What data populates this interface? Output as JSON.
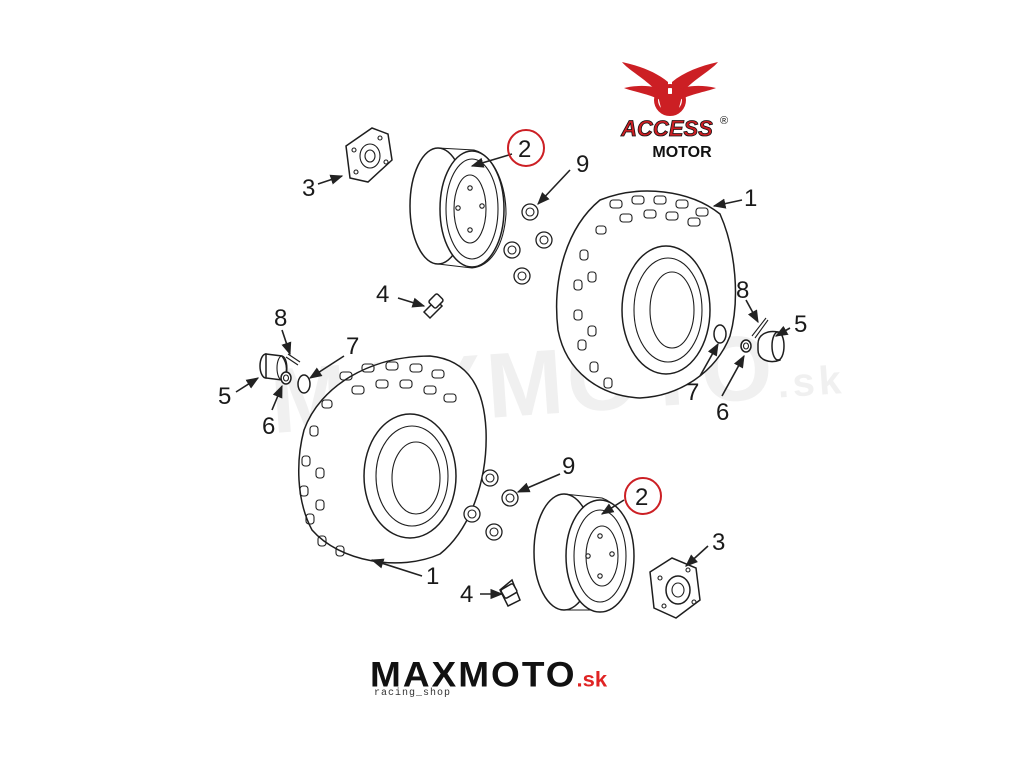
{
  "brand_logo": {
    "text_top": "ACCESS",
    "text_bottom": "MOTOR",
    "registered": "®",
    "color": "#cc1f24",
    "icon": "winged-emblem-icon"
  },
  "footer_logo": {
    "main": "MAXMOTO",
    "suffix": ".sk",
    "tagline": "racing_shop",
    "main_color": "#111111",
    "suffix_color": "#e02424"
  },
  "watermark": {
    "main": "MAXMOTO",
    "suffix": ".sk",
    "tagline": "racing_shop"
  },
  "callouts": [
    {
      "id": "top-left-hub",
      "label": "3"
    },
    {
      "id": "top-rim",
      "label": "2",
      "circled": true
    },
    {
      "id": "top-nuts",
      "label": "9"
    },
    {
      "id": "right-tire",
      "label": "1"
    },
    {
      "id": "mid-valve",
      "label": "4"
    },
    {
      "id": "right-pin",
      "label": "8"
    },
    {
      "id": "right-cap",
      "label": "5"
    },
    {
      "id": "right-washer",
      "label": "7"
    },
    {
      "id": "right-nut",
      "label": "6"
    },
    {
      "id": "left-pin",
      "label": "8"
    },
    {
      "id": "left-washer",
      "label": "7"
    },
    {
      "id": "left-cap",
      "label": "5"
    },
    {
      "id": "left-nut",
      "label": "6"
    },
    {
      "id": "bottom-nuts",
      "label": "9"
    },
    {
      "id": "bottom-rim",
      "label": "2",
      "circled": true
    },
    {
      "id": "bottom-hub",
      "label": "3"
    },
    {
      "id": "left-tire",
      "label": "1"
    },
    {
      "id": "bottom-valve",
      "label": "4"
    }
  ],
  "highlight_color": "#cc1f24"
}
